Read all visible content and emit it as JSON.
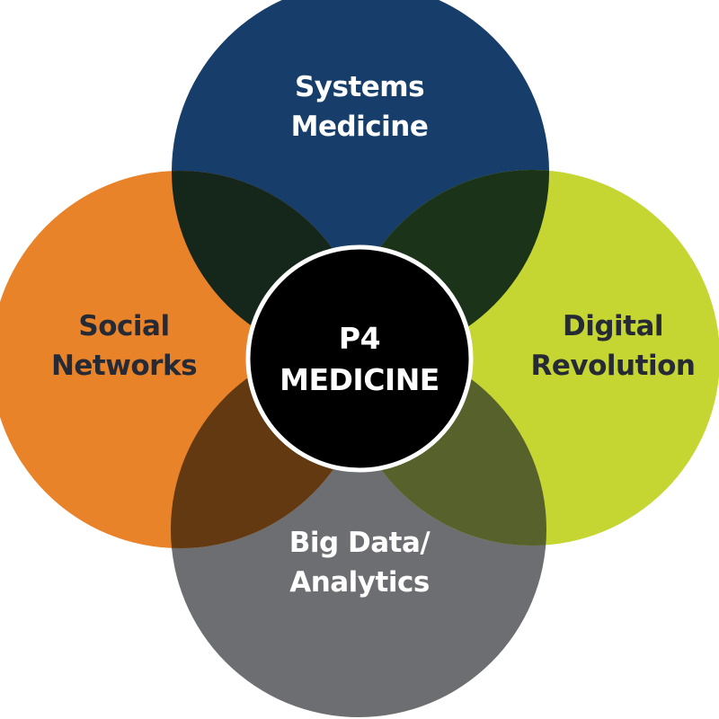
{
  "diagram": {
    "type": "four-circle-venn",
    "center": {
      "line1": "P4",
      "line2": "MEDICINE",
      "fill": "#000000",
      "stroke": "#ffffff"
    },
    "circles": [
      {
        "id": "top",
        "line1": "Systems",
        "line2": "Medicine",
        "color": "#173d6b",
        "text_color": "#ffffff"
      },
      {
        "id": "left",
        "line1": "Social",
        "line2": "Networks",
        "color": "#e8832a",
        "text_color": "#262a35"
      },
      {
        "id": "right",
        "line1": "Digital",
        "line2": "Revolution",
        "color": "#c5d532",
        "text_color": "#262a35"
      },
      {
        "id": "bottom",
        "line1": "Big Data/",
        "line2": "Analytics",
        "color": "#6d6e71",
        "text_color": "#ffffff"
      }
    ],
    "overlap_colors": {
      "top_left": "#15261a",
      "top_right": "#1b3319",
      "bottom_left": "#633912",
      "bottom_right": "#56612b"
    }
  }
}
